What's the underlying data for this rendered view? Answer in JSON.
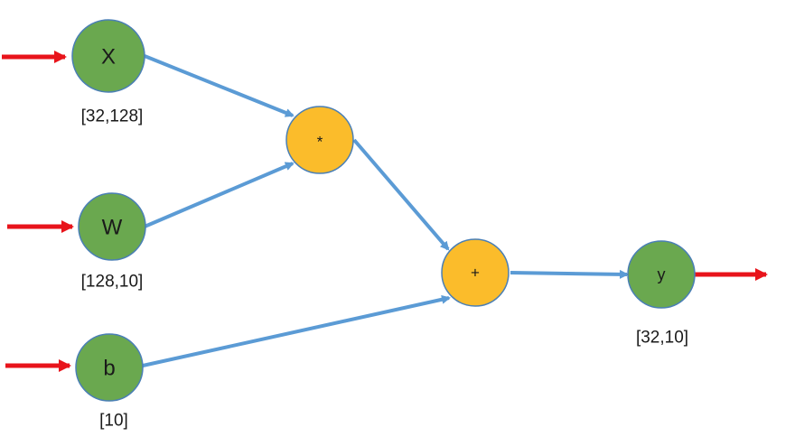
{
  "nodes": {
    "x": {
      "label": "X",
      "shape": "[32,128]"
    },
    "w": {
      "label": "W",
      "shape": "[128,10]"
    },
    "b": {
      "label": "b",
      "shape": "[10]"
    },
    "mul": {
      "label": "*"
    },
    "add": {
      "label": "+"
    },
    "y": {
      "label": "y",
      "shape": "[32,10]"
    }
  },
  "colors": {
    "input_node": "#6aa84f",
    "op_node": "#fbbc2b",
    "edge": "#5b9bd5",
    "io_arrow": "#e8141b",
    "node_stroke": "#4a7fb5"
  }
}
